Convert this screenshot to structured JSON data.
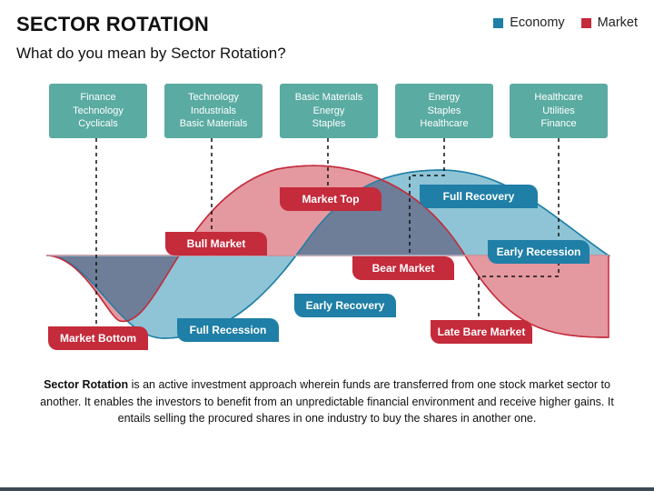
{
  "header": {
    "title": "SECTOR ROTATION",
    "subtitle": "What do you mean by Sector Rotation?"
  },
  "legend": [
    {
      "label": "Economy",
      "color": "#1f7fa6"
    },
    {
      "label": "Market",
      "color": "#c42b3b"
    }
  ],
  "sector_boxes": [
    {
      "lines": [
        "Finance",
        "Technology",
        "Cyclicals"
      ]
    },
    {
      "lines": [
        "Technology",
        "Industrials",
        "Basic Materials"
      ]
    },
    {
      "lines": [
        "Basic Materials",
        "Energy",
        "Staples"
      ]
    },
    {
      "lines": [
        "Energy",
        "Staples",
        "Healthcare"
      ]
    },
    {
      "lines": [
        "Healthcare",
        "Utilities",
        "Finance"
      ]
    }
  ],
  "phases": {
    "market_bottom": "Market Bottom",
    "full_recession": "Full Recession",
    "bull_market": "Bull Market",
    "market_top": "Market Top",
    "early_recovery": "Early Recovery",
    "bear_market": "Bear Market",
    "full_recovery": "Full Recovery",
    "early_recession": "Early Recession",
    "late_bare_market": "Late Bare Market"
  },
  "description": {
    "bold": "Sector Rotation",
    "text": " is an active investment approach wherein funds are transferred from one stock market sector to another. It enables the investors to benefit from an unpredictable financial environment and receive higher gains. It entails selling the procured shares in one industry to buy the shares in another one."
  },
  "colors": {
    "box": "#5aaba2",
    "economy_fill": "#8ec4d6",
    "market_fill": "#e28f97",
    "overlap_fill": "#6e7d98",
    "economy_tag": "#1f7fa6",
    "market_tag": "#c42b3b"
  }
}
